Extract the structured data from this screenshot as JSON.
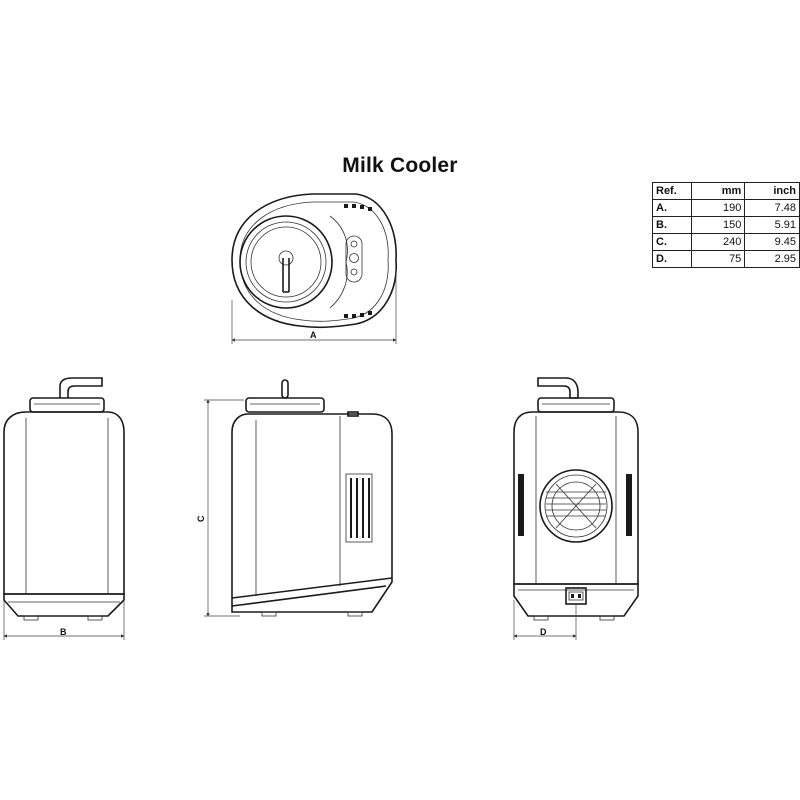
{
  "title": "Milk Cooler",
  "table": {
    "headers": [
      "Ref.",
      "mm",
      "inch"
    ],
    "rows": [
      [
        "A.",
        "190",
        "7.48"
      ],
      [
        "B.",
        "150",
        "5.91"
      ],
      [
        "C.",
        "240",
        "9.45"
      ],
      [
        "D.",
        "75",
        "2.95"
      ]
    ]
  },
  "dimension_labels": {
    "a": "A",
    "b": "B",
    "c": "C",
    "d": "D"
  },
  "views": [
    "top-view",
    "front-view",
    "side-view",
    "rear-view"
  ]
}
